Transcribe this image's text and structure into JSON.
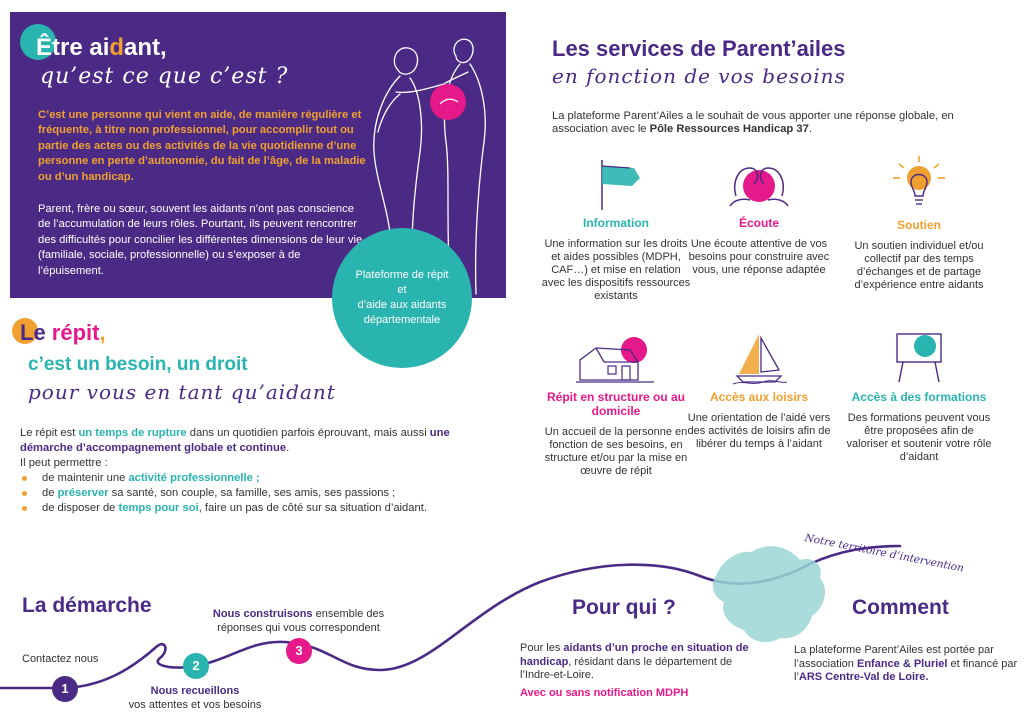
{
  "panel": {
    "title_part1": "Être ai",
    "title_part2": "d",
    "title_part3": "ant,",
    "subtitle": "qu’est ce que c’est ?",
    "para1": "C’est une personne qui vient en aide, de manière régulière et fréquente, à titre non professionnel, pour accomplir tout ou partie des actes ou des activités de la vie quotidienne d’une personne en perte d’autonomie, du fait de l’âge, de la maladie ou d’un handicap.",
    "para2": "Parent, frère ou sœur, souvent les aidants n’ont pas conscience de l’accumulation de leurs rôles. Pourtant, ils peuvent rencontrer des difficultés pour concilier les différentes dimensions de leur vie (familiale, sociale, professionnelle) ou s’exposer à de l’épuisement."
  },
  "badge": {
    "line1": "Plateforme de répit",
    "line2": "et",
    "line3": "d’aide aux aidants",
    "line4": "départementale"
  },
  "repit": {
    "title_a": "Le ",
    "title_b": "répit",
    "title_c": ",",
    "subtitle": "c’est un besoin, un droit",
    "subtitle2": "pour vous en tant qu’aidant",
    "intro_a": "Le répit est ",
    "intro_b": "un temps de rupture",
    "intro_c": " dans un quotidien parfois éprouvant, mais aussi ",
    "intro_d": "une démarche d’accompagnement globale et continue",
    "intro_e": ".",
    "intro2": "Il peut permettre :",
    "b1_a": "de maintenir une ",
    "b1_b": "activité professionnelle ;",
    "b2_a": "de ",
    "b2_b": "préserver",
    "b2_c": " sa santé, son couple, sa famille, ses amis, ses passions ;",
    "b3_a": "de disposer de ",
    "b3_b": "temps pour soi",
    "b3_c": ", faire un pas de côté sur sa situation d’aidant."
  },
  "services": {
    "title": "Les services de Parent’ailes",
    "subtitle": "en fonction de vos besoins",
    "intro_a": "La plateforme Parent’Ailes a le souhait de vous apporter une réponse globale, en association avec le ",
    "intro_b": "Pôle Ressources Handicap 37",
    "intro_c": ".",
    "items": [
      {
        "name": "Information",
        "desc": "Une information sur les droits et aides possibles (MDPH, CAF…) et mise en relation avec les dispositifs ressources existants"
      },
      {
        "name": "Écoute",
        "desc": "Une écoute attentive de vos besoins pour construire avec vous, une réponse adaptée"
      },
      {
        "name": "Soutien",
        "desc": "Un soutien individuel et/ou collectif par des temps d’échanges et de partage d’expérience entre aidants"
      },
      {
        "name": "Répit en structure ou au domicile",
        "desc": "Un accueil de la personne en fonction de ses besoins, en structure et/ou par la mise en œuvre de répit"
      },
      {
        "name": "Accès aux loisirs",
        "desc": "Une orientation de l’aidé vers des activités de loisirs afin de libérer du temps à l’aidant"
      },
      {
        "name": "Accès à des formations",
        "desc": "Des formations peuvent vous être proposées afin de valoriser et soutenir votre rôle d’aidant"
      }
    ]
  },
  "demarche": {
    "title": "La démarche",
    "step1_num": "1",
    "step1_text": "Contactez nous",
    "step2_num": "2",
    "step2_bold": "Nous recueillons",
    "step2_text": "vos attentes et vos besoins",
    "step3_num": "3",
    "step3_bold": "Nous construisons",
    "step3_text_a": " ensemble des",
    "step3_text_b": "réponses qui vous correspondent"
  },
  "territoire": "Notre territoire d’intervention",
  "pourqui": {
    "title": "Pour qui ?",
    "a": "Pour les ",
    "b": "aidants d’un proche en situation de handicap",
    "c": ", résidant dans le département de l’Indre-et-Loire.",
    "note": "Avec ou sans notification MDPH"
  },
  "comment": {
    "title": "Comment",
    "a": "La plateforme Parent’Ailes est portée par l’association ",
    "b": "Enfance & Pluriel",
    "c": " et financé par l’",
    "d": "ARS Centre-Val de Loire.",
    "e": ""
  },
  "colors": {
    "purple": "#4a2a85",
    "teal": "#2ab4b0",
    "pink": "#e5198a",
    "orange": "#f0a030"
  }
}
